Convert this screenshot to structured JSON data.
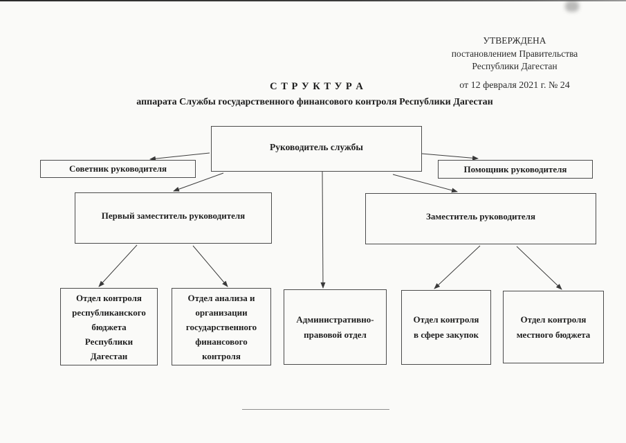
{
  "approval": {
    "line1": "УТВЕРЖДЕНА",
    "line2": "постановлением Правительства",
    "line3": "Республики Дагестан",
    "date_line": "от 12 февраля 2021 г. № 24"
  },
  "title": "С Т Р У К Т У Р А",
  "subtitle": "аппарата Службы государственного финансового контроля Республики Дагестан",
  "org_chart": {
    "nodes": {
      "head": "Руководитель службы",
      "advisor": "Советник руководителя",
      "assistant": "Помощник руководителя",
      "first_deputy": "Первый заместитель руководителя",
      "deputy": "Заместитель руководителя",
      "dept_republican_budget": "Отдел контроля\nреспубликанского\nбюджета\nРеспублики\nДагестан",
      "dept_analysis": "Отдел анализа и\nорганизации\nгосударственного\nфинансового\nконтроля",
      "dept_admin_legal": "Административно-\nправовой отдел",
      "dept_procurement": "Отдел контроля\nв сфере закупок",
      "dept_local_budget": "Отдел контроля\nместного бюджета"
    },
    "edges": [
      {
        "from": "head",
        "to": "advisor"
      },
      {
        "from": "head",
        "to": "assistant"
      },
      {
        "from": "head",
        "to": "first_deputy"
      },
      {
        "from": "head",
        "to": "deputy"
      },
      {
        "from": "head",
        "to": "dept_admin_legal"
      },
      {
        "from": "first_deputy",
        "to": "dept_republican_budget"
      },
      {
        "from": "first_deputy",
        "to": "dept_analysis"
      },
      {
        "from": "deputy",
        "to": "dept_procurement"
      },
      {
        "from": "deputy",
        "to": "dept_local_budget"
      }
    ],
    "line_color": "#3a3a3a",
    "box_border_color": "#4a4a4a"
  },
  "page_background": "#fafaf8"
}
